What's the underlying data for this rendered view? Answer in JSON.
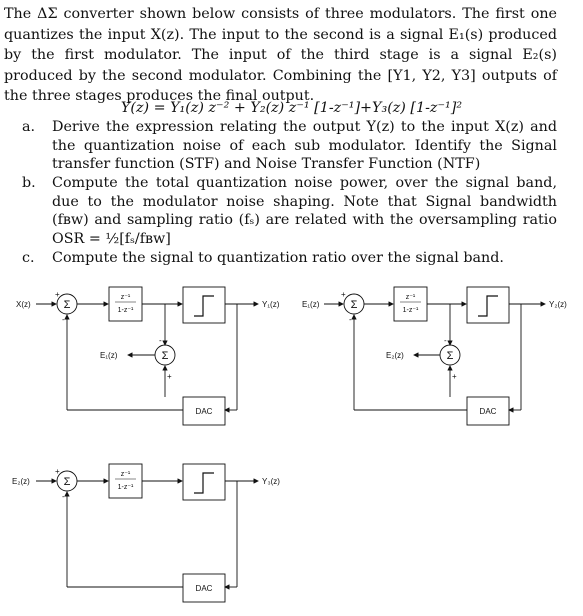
{
  "intro": "The ΔΣ converter shown below consists of three modulators. The first one quantizes the input X(z). The input to the second is a signal E₁(s) produced by the first modulator. The input of the third stage is a signal E₂(s) produced by the second modulator.  Combining the [Y1, Y2, Y3] outputs of the three stages produces the final output.",
  "equation": "Y(z) = Y₁(z) z⁻² + Y₂(z) z⁻¹ [1-z⁻¹]+Y₃(z) [1-z⁻¹]²",
  "questions": [
    {
      "label": "a.",
      "text": "Derive the expression relating the output Y(z) to the input X(z) and the quantization noise of each sub modulator. Identify the Signal transfer function (STF) and Noise Transfer Function (NTF)"
    },
    {
      "label": "b.",
      "text": "Compute the total quantization noise power, over the signal band, due to the modulator noise shaping. Note that Signal bandwidth (fʙᴡ) and sampling ratio (fₛ) are related with the oversampling ratio OSR = ½[fₛ/fʙᴡ]"
    },
    {
      "label": "c.",
      "text": "Compute the signal to quantization ratio over the signal band."
    }
  ],
  "diagram": {
    "sigma": "Σ",
    "int_num": "z⁻¹",
    "int_den": "1-z⁻¹",
    "dac": "DAC",
    "plus": "+",
    "minus": "-",
    "stage1": {
      "input": "X(z)",
      "output": "Y₁(z)",
      "error": "E₁(z)"
    },
    "stage2": {
      "input": "E₁(z)",
      "output": "Y₂(z)",
      "error": "E₂(z)"
    },
    "stage3": {
      "input": "E₂(z)",
      "output": "Y₃(z)"
    }
  }
}
